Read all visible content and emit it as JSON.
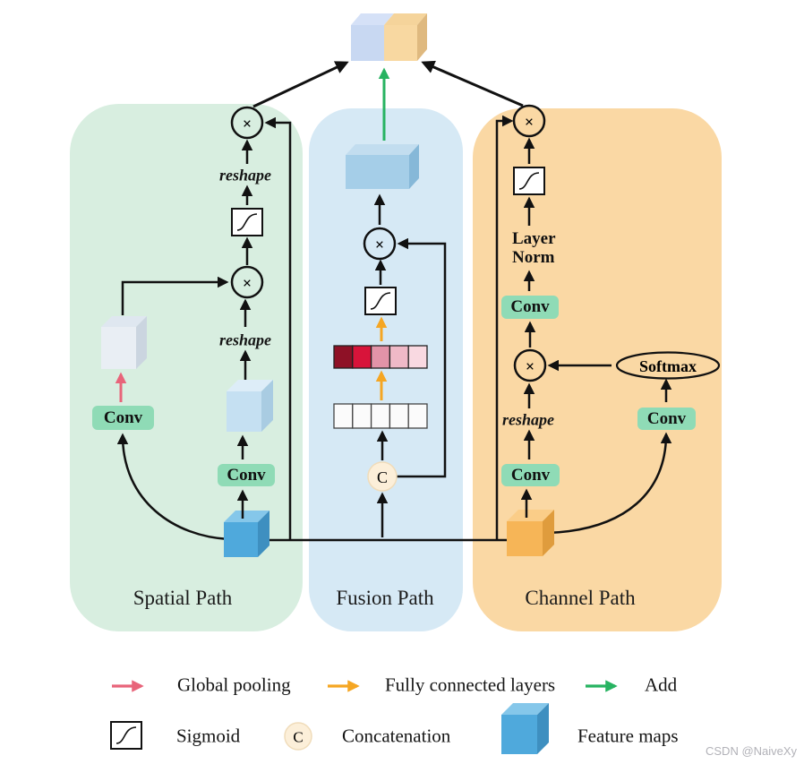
{
  "diagram": {
    "panels": [
      {
        "name": "Spatial Path"
      },
      {
        "name": "Fusion Path"
      },
      {
        "name": "Channel Path"
      }
    ],
    "ops": {
      "conv": "Conv",
      "reshape": "reshape",
      "layer_norm": [
        "Layer",
        "Norm"
      ],
      "softmax": "Softmax",
      "concatenation_symbol": "C",
      "multiply_symbol": "×"
    }
  },
  "legend": {
    "items": [
      {
        "icon": "global-pooling-arrow",
        "label": "Global pooling"
      },
      {
        "icon": "fully-connected-arrow",
        "label": "Fully connected layers"
      },
      {
        "icon": "add-arrow",
        "label": "Add"
      },
      {
        "icon": "sigmoid-box",
        "label": "Sigmoid"
      },
      {
        "icon": "concatenation-circle",
        "label": "Concatenation"
      },
      {
        "icon": "feature-map-cube",
        "label": "Feature maps"
      }
    ]
  },
  "watermark": "CSDN @NaiveXy",
  "colors": {
    "panel_spatial": "#D8EEE0",
    "panel_fusion": "#D6E9F5",
    "panel_channel": "#FAD8A4",
    "conv_pill": "#8FDBB6",
    "feature_cube_blue": "#4FA9DC",
    "feature_cube_orange": "#F6B557",
    "output_block_left": "#C8D8F2",
    "output_block_right": "#F8D8A1",
    "arrow_global_pooling": "#E8647A",
    "arrow_fully_connected": "#F5A623",
    "arrow_add": "#27B361",
    "concat_fill": "#FCEFD9",
    "gradient_cells": [
      "#8E1126",
      "#D8143A",
      "#E293A8",
      "#EFB9C7",
      "#F9D9E1"
    ]
  }
}
